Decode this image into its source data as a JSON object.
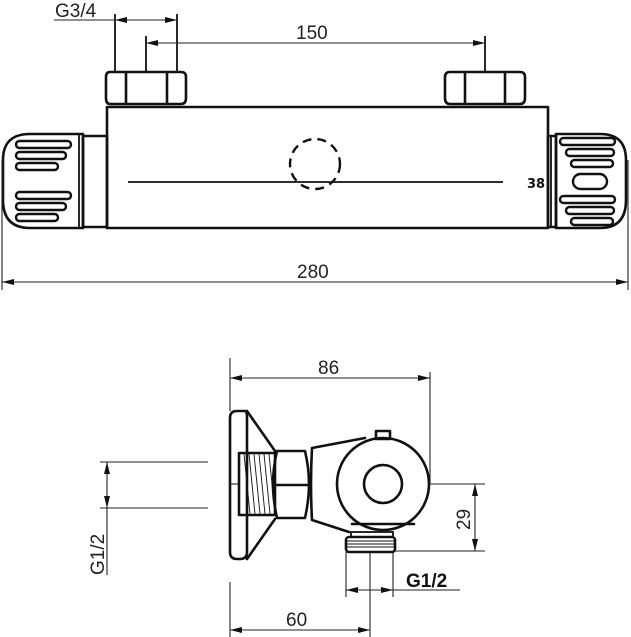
{
  "drawing": {
    "title": "Thermostatic shower mixer dimensional drawing",
    "units": "mm",
    "line_color": "#111111",
    "background": "#ffffff"
  },
  "front_view": {
    "dimensions": {
      "inlet_thread": "G3/4",
      "inlet_spacing": "150",
      "overall_length": "280",
      "body_height": "38"
    }
  },
  "side_view": {
    "dimensions": {
      "depth_total": "86",
      "depth_to_outlet": "60",
      "outlet_offset": "29",
      "outlet_thread": "G1/2",
      "wall_thread": "G1/2"
    }
  }
}
